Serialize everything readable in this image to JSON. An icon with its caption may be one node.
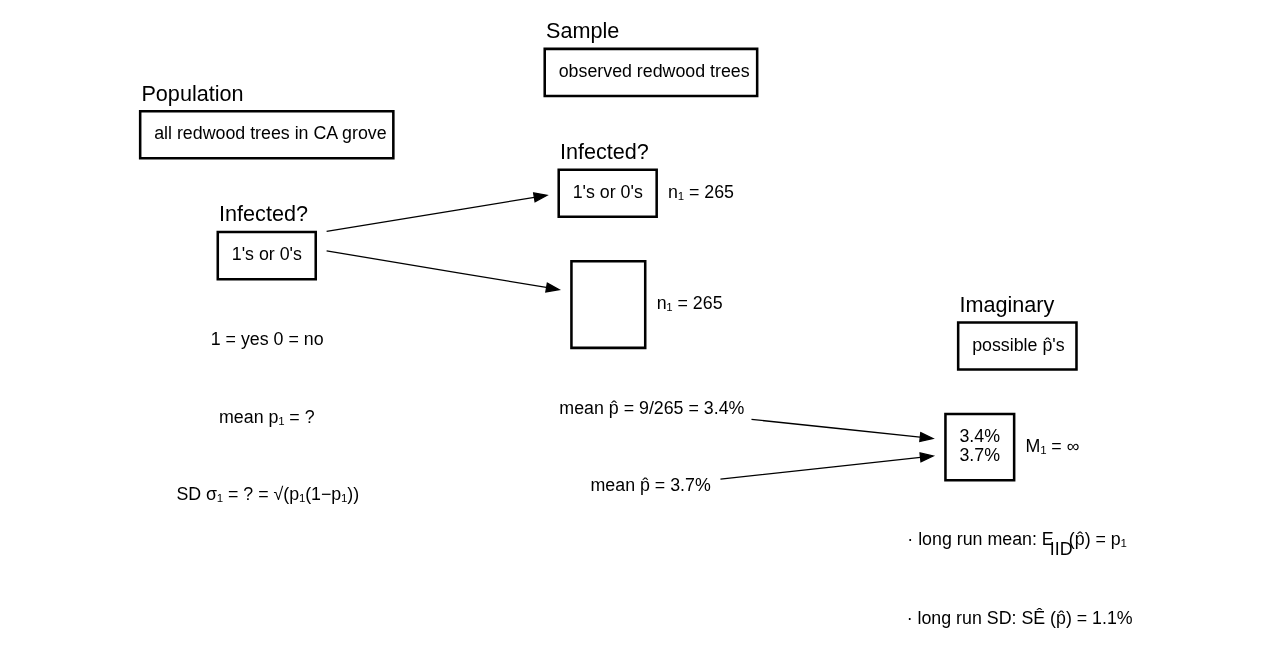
{
  "diagram": {
    "nodes": [
      {
        "text": [
          "Population",
          "all redwood trees in CA grove"
        ]
      },
      {
        "text": [
          "Sample",
          "observed redwood trees"
        ]
      },
      {
        "text": [
          "Imaginary",
          "possible p̂'s"
        ]
      },
      {
        "text": [
          "Infected?",
          "1's or 0's"
        ]
      },
      {
        "text": [
          "Infected?",
          "1's or 0's"
        ],
        "beside": [
          "n₁ = 265"
        ]
      },
      {
        "text": [],
        "shape": "box",
        "beside": [
          "n₁ = 265"
        ]
      },
      {
        "text": [
          "3.4%",
          "3.7%"
        ],
        "beside": [
          "M₁ = ∞"
        ]
      },
      {
        "text": [
          "mean p̂ = 9/265 = 3.4%"
        ]
      },
      {
        "text": [
          "mean p̂ = 3.7%"
        ]
      }
    ],
    "edges": [
      {
        "from": 3,
        "to": 4,
        "arrow": "to"
      },
      {
        "from": 3,
        "to": 5,
        "arrow": "to"
      },
      {
        "from": 7,
        "to": 6,
        "arrow": "to"
      },
      {
        "from": 8,
        "to": 6,
        "arrow": "to"
      }
    ],
    "labels": [
      "1 = yes 0 = no",
      "mean p₁ = ?",
      "SD σ₁ = ? = √(p₁(1−p₁))",
      "· long run mean: E$_{IID}$(p̂) = p₁",
      "· long run SD: SÊ (p̂) = 1.1%"
    ]
  }
}
